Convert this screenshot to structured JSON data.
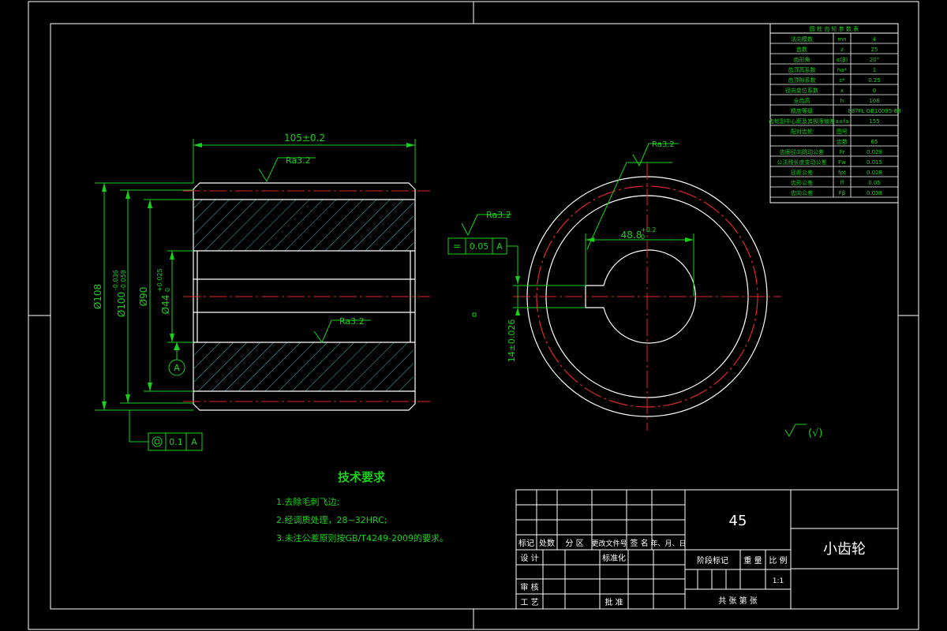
{
  "dims": {
    "overall_length": "105±0.2",
    "outer_dia": "Ø108",
    "root_dia": "Ø100",
    "root_tol_upper": "-0.036",
    "root_tol_lower": "-0.058",
    "bore_dia": "Ø90",
    "hole_dia": "Ø44",
    "hole_tol_upper": "+0.025",
    "hole_tol_lower": "0",
    "key_depth": "48.8",
    "key_depth_upper": "+0.2",
    "key_depth_lower": "0",
    "key_width": "14±0.026"
  },
  "roughness": {
    "top": "Ra3.2",
    "bore": "Ra3.2",
    "face": "Ra3.2",
    "keyway": "Ra3.2",
    "general": "(√)"
  },
  "tolerance_frames": {
    "parallel": {
      "symbol": "=",
      "value": "0.05",
      "datum": "A"
    },
    "runout": {
      "symbol": "◎",
      "value": "0.1",
      "datum": "A"
    },
    "datum_label": "A"
  },
  "tech_requirements": {
    "title": "技术要求",
    "items": [
      "1.去除毛刺飞边;",
      "2.经调质处理，28~32HRC;",
      "3.未注公差原则按GB/T4249-2009的要求。"
    ]
  },
  "gear_params": {
    "title": "圆 柱 齿 轮 参 数 表",
    "rows": [
      {
        "name": "法向模数",
        "sym": "mn",
        "val": "4"
      },
      {
        "name": "齿数",
        "sym": "z",
        "val": "25"
      },
      {
        "name": "齿形角",
        "sym": "α(β)",
        "val": "20°"
      },
      {
        "name": "齿顶高系数",
        "sym": "ha*",
        "val": "1"
      },
      {
        "name": "齿顶隙系数",
        "sym": "c*",
        "val": "0.25"
      },
      {
        "name": "径向变位系数",
        "sym": "x",
        "val": "0"
      },
      {
        "name": "全齿高",
        "sym": "h",
        "val": "108"
      },
      {
        "name": "精度等级",
        "sym": "",
        "val": "887FL GB10095-88"
      },
      {
        "name": "齿轮副中心距及其极限偏差",
        "sym": "a±fa",
        "val": "155"
      },
      {
        "name": "配对齿轮",
        "sym": "图号",
        "val": ""
      },
      {
        "name": "",
        "sym": "齿数",
        "val": "65"
      },
      {
        "name": "齿圈径向跳动公差",
        "sym": "Fr",
        "val": "0.028"
      },
      {
        "name": "公法线长度变动公差",
        "sym": "Fw",
        "val": "0.015"
      },
      {
        "name": "径距公差",
        "sym": "fpt",
        "val": "0.028"
      },
      {
        "name": "齿形公差",
        "sym": "ff",
        "val": "0.05"
      },
      {
        "name": "齿向公差",
        "sym": "Fβ",
        "val": "0.038"
      }
    ]
  },
  "title_block": {
    "material": "45",
    "part_name": "小齿轮",
    "scale": "1:1",
    "header": [
      "标记",
      "处数",
      "分 区",
      "更改文件号",
      "签 名",
      "年、月、日"
    ],
    "designer": "设 计",
    "standard": "标准化",
    "check": "审 核",
    "process": "工 艺",
    "approve": "批 准",
    "stage": "阶段标记",
    "weight": "重 量",
    "ratio": "比 例",
    "sheets": "共    张 第    张"
  }
}
